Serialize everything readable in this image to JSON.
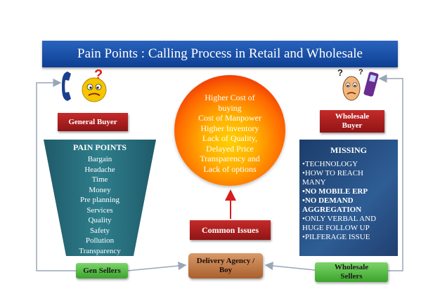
{
  "title": "Pain Points : Calling Process in Retail and Wholesale",
  "general_buyer": "General Buyer",
  "wholesale_buyer": [
    "Wholesale",
    "Buyer"
  ],
  "pain_points": {
    "heading": "PAIN POINTS",
    "items": [
      "Bargain",
      "Headache",
      "Time",
      "Money",
      "Pre planning",
      "Services",
      "Quality",
      "Safety",
      "Pollution",
      "Transparency"
    ]
  },
  "missing": {
    "heading": "MISSING",
    "items": [
      {
        "text": "•TECHNOLOGY",
        "bold": false
      },
      {
        "text": "•HOW TO REACH",
        "bold": false
      },
      {
        "text": "MANY",
        "bold": false
      },
      {
        "text": "•NO MOBILE ERP",
        "bold": true
      },
      {
        "text": "•NO DEMAND",
        "bold": true
      },
      {
        "text": "AGGREGATION",
        "bold": true
      },
      {
        "text": "•ONLY VERBAL  AND",
        "bold": false
      },
      {
        "text": "HUGE FOLLOW UP",
        "bold": false
      },
      {
        "text": "•PILFERAGE ISSUE",
        "bold": false
      }
    ]
  },
  "issues": [
    "Higher Cost of",
    "buying",
    "Cost of Manpower",
    "Higher Inventory",
    "Lack of Quality,",
    "Delayed Price",
    "Transparency  and",
    "Lack of options"
  ],
  "common_issues": "Common Issues",
  "gen_sellers": "Gen Sellers",
  "delivery_agency": [
    "Delivery Agency /",
    "Boy"
  ],
  "wholesale_sellers": [
    "Wholesale",
    "Sellers"
  ],
  "colors": {
    "title_blue": "#1a4fa8",
    "box_red": "#b01f1f",
    "box_green": "#5bbd48",
    "box_brown": "#c27d47",
    "funnel_teal": "#2a6f7d",
    "missing_blue": "#274c80",
    "connector": "#9aa6b8"
  },
  "icons": [
    "phone-icon",
    "confused-smiley-icon",
    "worried-face-icon",
    "mobile-phone-icon"
  ]
}
